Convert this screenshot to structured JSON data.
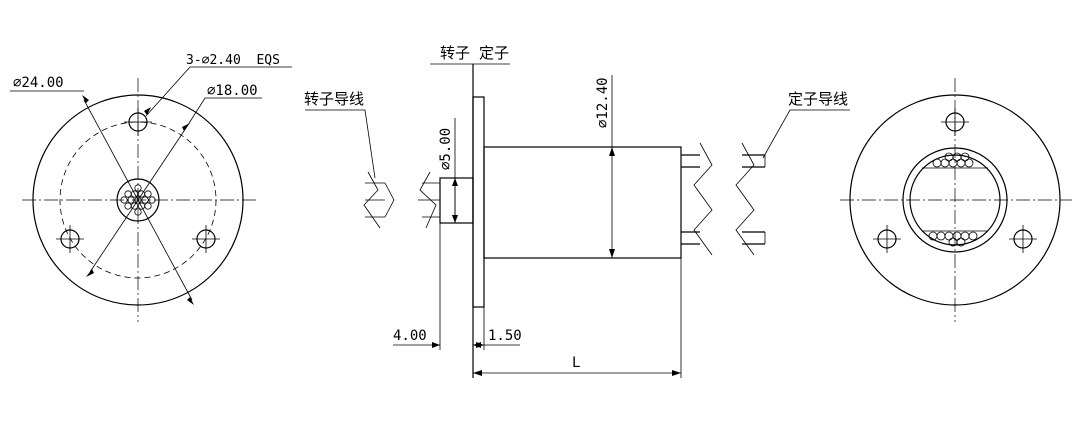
{
  "dimensions": {
    "outer_diameter": "∅24.00",
    "holes": "3-∅2.40  EQS",
    "pcd": "∅18.00",
    "shaft_diameter": "∅5.00",
    "body_diameter": "∅12.40",
    "rotor_protrusion": "4.00",
    "flange_thickness": "1.50",
    "length": "L"
  },
  "labels": {
    "rotor_stator": "转子 定子",
    "rotor_wires": "转子导线",
    "stator_wires": "定子导线"
  }
}
